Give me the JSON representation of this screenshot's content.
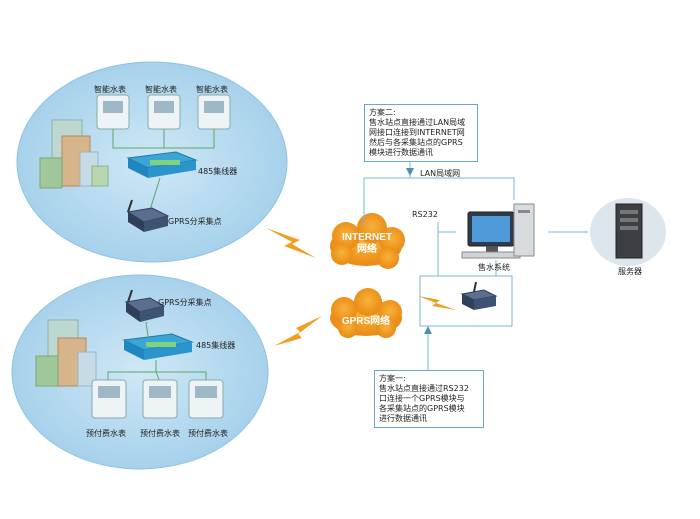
{
  "top_group": {
    "meter_labels": [
      "智能水表",
      "智能水表",
      "智能水表"
    ],
    "concentrator_label": "485集线器",
    "gprs_label": "GPRS分采集点"
  },
  "bottom_group": {
    "gprs_label": "GPRS分采集点",
    "concentrator_label": "485集线器",
    "meter_labels": [
      "预付费水表",
      "预付费水表",
      "预付费水表"
    ]
  },
  "clouds": {
    "internet_line1": "INTERNET",
    "internet_line2": "网络",
    "gprs": "GPRS网络"
  },
  "plan_two": {
    "lines": [
      "方案二:",
      "售水站点直接通过LAN局域",
      "网接口连接到INTERNET网",
      "然后与各采集站点的GPRS",
      "模块进行数据通讯"
    ]
  },
  "plan_one": {
    "lines": [
      "方案一:",
      "售水站点直接通过RS232",
      "口连接一个GPRS模块与",
      "各采集站点的GPRS模块",
      "进行数据通讯"
    ]
  },
  "station": {
    "lan_label": "LAN局域网",
    "rs232_label": "RS232",
    "pc_label": "售水系统",
    "server_label": "服务器"
  },
  "colors": {
    "ellipse": "#a9d3ec",
    "line": "#7ab7d6",
    "cloud": "#f4a020",
    "lightning": "#f0a020"
  }
}
